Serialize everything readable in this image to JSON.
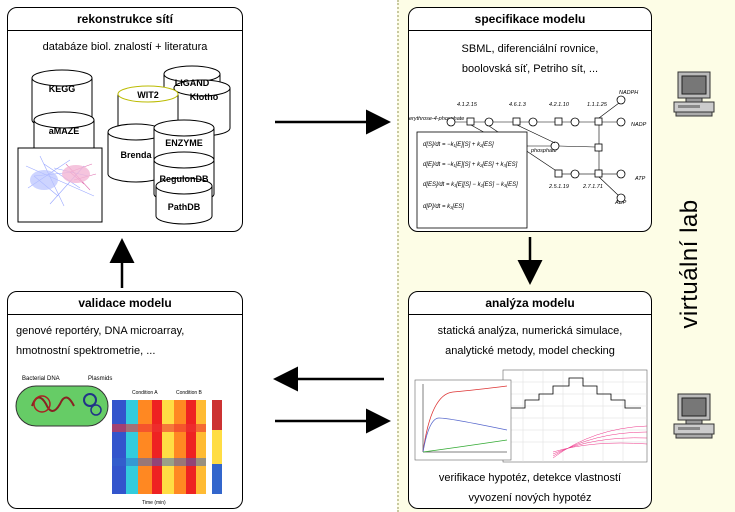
{
  "virtual_lab": {
    "label": "virtuální lab"
  },
  "panels": {
    "reconstruction": {
      "title": "rekonstrukce sítí",
      "subtitle": "databáze biol. znalostí + literatura",
      "databases": [
        "KEGG",
        "LIGAND",
        "WIT2",
        "Klotho",
        "aMAZE",
        "Brenda",
        "ENZYME",
        "RegulonDB",
        "PathDB"
      ]
    },
    "specification": {
      "title": "specifikace modelu",
      "lines": [
        "SBML, diferenciální rovnice,",
        "boolovská síť, Petriho sít, ..."
      ],
      "pathway_labels": [
        "erythrose-4-phosphate",
        "4.1.2.15",
        "4.6.1.3",
        "4.2.1.10",
        "1.1.1.25",
        "NADPH",
        "NADP",
        "2.5.1.19",
        "2.7.1.71",
        "ATP",
        "ADP",
        "phosphate"
      ]
    },
    "analysis": {
      "title": "analýza modelu",
      "lines_top": [
        "statická analýza, numerická simulace,",
        "analytické metody, model checking"
      ],
      "lines_bottom": [
        "verifikace hypotéz, detekce vlastností",
        "vyvození nových hypotéz"
      ]
    },
    "validation": {
      "title": "validace modelu",
      "lines": [
        "genové reportéry, DNA microarray,",
        "hmotnostní spektrometrie, ..."
      ],
      "figure_labels": [
        "Bacterial DNA",
        "Plasmids",
        "Condition A",
        "Condition B",
        "Time (min)"
      ]
    }
  }
}
